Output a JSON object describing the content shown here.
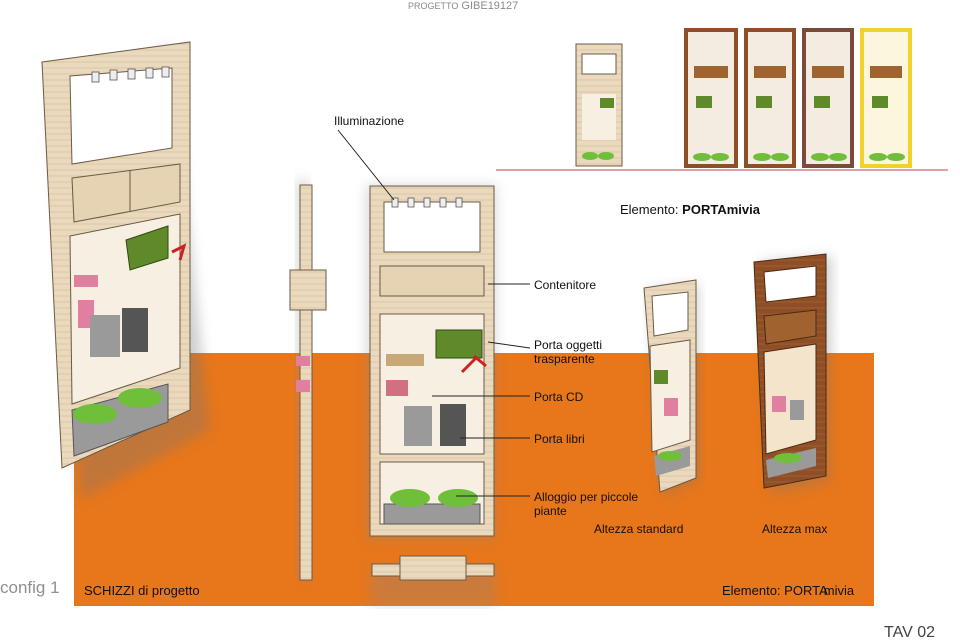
{
  "header": {
    "prefix": "PROGETTO",
    "code": "GIBE19127"
  },
  "labels": {
    "illuminazione": "Illuminazione",
    "contenitore": "Contenitore",
    "porta_oggetti_1": "Porta oggetti",
    "porta_oggetti_2": "trasparente",
    "porta_cd": "Porta CD",
    "porta_libri": "Porta libri",
    "alloggio_1": "Alloggio per piccole",
    "alloggio_2": "piante"
  },
  "element_title": {
    "prefix": "Elemento:",
    "name": "PORTAmivia"
  },
  "heights": {
    "standard": "Altezza standard",
    "max": "Altezza max"
  },
  "footer": {
    "config": "config 1",
    "schizzi": "SCHIZZI di progetto",
    "element_prefix": "Elemento:",
    "element_name_a": "PORTA",
    "element_name_b": "mivia",
    "sheet": "TAV 02"
  },
  "colors": {
    "orange": "#e8761a",
    "wood_light": "#e9d7bb",
    "wood_dark": "#8a4a24",
    "variant_yellow": "#f1d12a"
  }
}
